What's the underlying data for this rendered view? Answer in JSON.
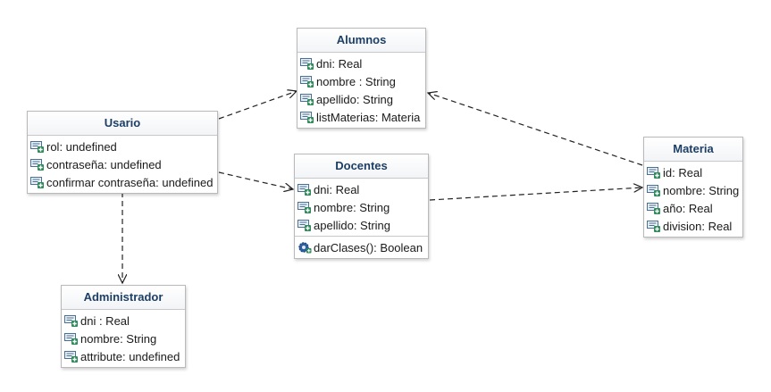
{
  "classes": {
    "alumnos": {
      "name": "Alumnos",
      "attributes": [
        "dni: Real",
        "nombre : String",
        "apellido: String",
        "listMaterias: Materia"
      ]
    },
    "usario": {
      "name": "Usario",
      "attributes": [
        "rol: undefined",
        "contraseña: undefined",
        "confirmar contraseña: undefined"
      ]
    },
    "docentes": {
      "name": "Docentes",
      "attributes": [
        "dni: Real",
        "nombre: String",
        "apellido: String"
      ],
      "operations": [
        "darClases(): Boolean"
      ]
    },
    "materia": {
      "name": "Materia",
      "attributes": [
        "id: Real",
        "nombre: String",
        "año: Real",
        "division: Real"
      ]
    },
    "administrador": {
      "name": "Administrador",
      "attributes": [
        "dni : Real",
        "nombre: String",
        "attribute: undefined"
      ]
    }
  },
  "connectors": [
    {
      "from": "Usario",
      "to": "Alumnos",
      "style": "dashed-arrow"
    },
    {
      "from": "Usario",
      "to": "Docentes",
      "style": "dashed-arrow"
    },
    {
      "from": "Usario",
      "to": "Administrador",
      "style": "dashed-arrow"
    },
    {
      "from": "Materia",
      "to": "Alumnos",
      "style": "dashed-arrow"
    },
    {
      "from": "Docentes",
      "to": "Materia",
      "style": "dashed-arrow"
    }
  ],
  "icons": {
    "attribute": "attribute-icon",
    "operation": "operation-icon"
  },
  "colors": {
    "title": "#1d3f66",
    "border": "#b9b9b9",
    "attribute_icon": "#2f8a5a",
    "operation_icon": "#2d5fa0"
  }
}
